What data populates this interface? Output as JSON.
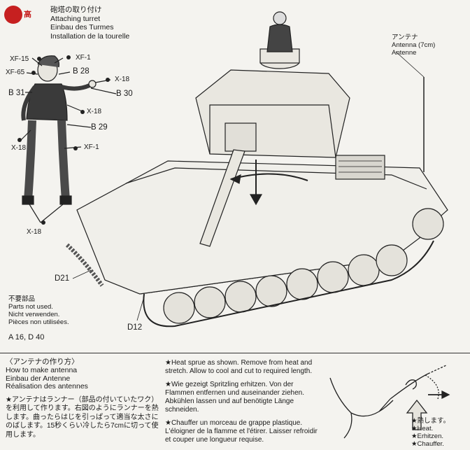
{
  "header": {
    "title_jp": "砲塔の取り付け",
    "title_en": "Attaching turret",
    "title_de": "Einbau des Turmes",
    "title_fr": "Installation de la tourelle"
  },
  "logo": {
    "text": "高"
  },
  "figure_callouts": {
    "xf15": "XF-15",
    "xf1_top": "XF-1",
    "xf65": "XF-65",
    "b28": "B 28",
    "x18_a": "X-18",
    "b31": "B 31",
    "b30": "B 30",
    "x18_b": "X-18",
    "b29": "B 29",
    "x18_c": "X-18",
    "xf1_mid": "XF-1",
    "x18_d": "X-18"
  },
  "tank_callouts": {
    "d21": "D21",
    "d12": "D12"
  },
  "antenna_label": {
    "jp": "アンテナ",
    "en": "Antenna (7cm)",
    "de": "Antenne"
  },
  "not_used": {
    "jp": "不要部品",
    "en": "Parts not used.",
    "de": "Nicht verwenden.",
    "fr": "Pièces non utilisées.",
    "parts": "A 16, D 40"
  },
  "antenna_howto": {
    "title_jp": "〈アンテナの作り方〉",
    "title_en": "How to make antenna",
    "title_de": "Einbau der Antenne",
    "title_fr": "Réalisation des antennes",
    "jp_step": "★アンテナはランナー（部品の付いていたワク）を利用して作ります。右図のようにランナーを熱します。曲ったらはじを引っぱって適当な太さにのばします。15秒くらい冷したら7cmに切って使用します。",
    "step_en": "★Heat sprue as shown. Remove from heat and stretch. Allow to cool and cut to required length.",
    "step_de": "★Wie gezeigt Spritzling erhitzen. Von der Flammen entfernen und auseinander ziehen. Abkühlen lassen und auf benötigte Länge schneiden.",
    "step_fr": "★Chauffer un morceau de grappe plastique. L'éloigner de la flamme et l'étirer. Laisser refroidir et couper une longueur requise."
  },
  "heat_legend": {
    "jp": "★熱します。",
    "en": "★Heat.",
    "de": "★Erhitzen.",
    "fr": "★Chauffer."
  },
  "colors": {
    "ink": "#1a1a1a",
    "paper": "#f4f3ef",
    "logo": "#c62020"
  }
}
